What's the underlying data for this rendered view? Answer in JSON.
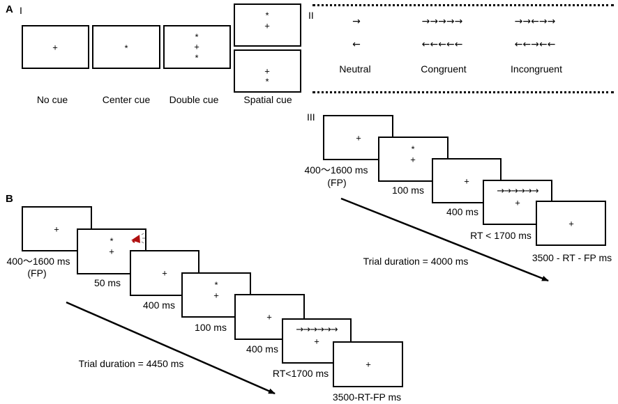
{
  "panelA": {
    "label": "A",
    "sectionI": "I",
    "sectionII": "II",
    "sectionIII": "III"
  },
  "panelB": {
    "label": "B"
  },
  "symbols": {
    "fixation": "+",
    "cue": "*",
    "flankers": "→→→→→→"
  },
  "cues": [
    {
      "name": "No cue"
    },
    {
      "name": "Center cue"
    },
    {
      "name": "Double cue"
    },
    {
      "name": "Spatial cue"
    }
  ],
  "flankers": [
    {
      "name": "Neutral",
      "right": "→",
      "left": "←"
    },
    {
      "name": "Congruent",
      "right": "→→→→→",
      "left": "←←←←←"
    },
    {
      "name": "Incongruent",
      "right": "→→←→→",
      "left": "←←→←←"
    }
  ],
  "trialA": {
    "fp": "400～1600 ms",
    "fp_abbr": "(FP)",
    "cue": "100 ms",
    "isi": "400 ms",
    "rt": "RT < 1700 ms",
    "rest": "3500 - RT - FP ms",
    "duration": "Trial duration = 4000 ms"
  },
  "trialB": {
    "fp": "400～1600 ms",
    "fp_abbr": "(FP)",
    "sound": "50 ms",
    "isi1": "400 ms",
    "cue": "100 ms",
    "isi2": "400 ms",
    "rt": "RT<1700 ms",
    "rest": "3500-RT-FP ms",
    "duration": "Trial duration = 4450 ms"
  },
  "colors": {
    "ink": "#000000",
    "speaker": "#b01010"
  },
  "icons": {
    "sound": "speaker-icon"
  }
}
